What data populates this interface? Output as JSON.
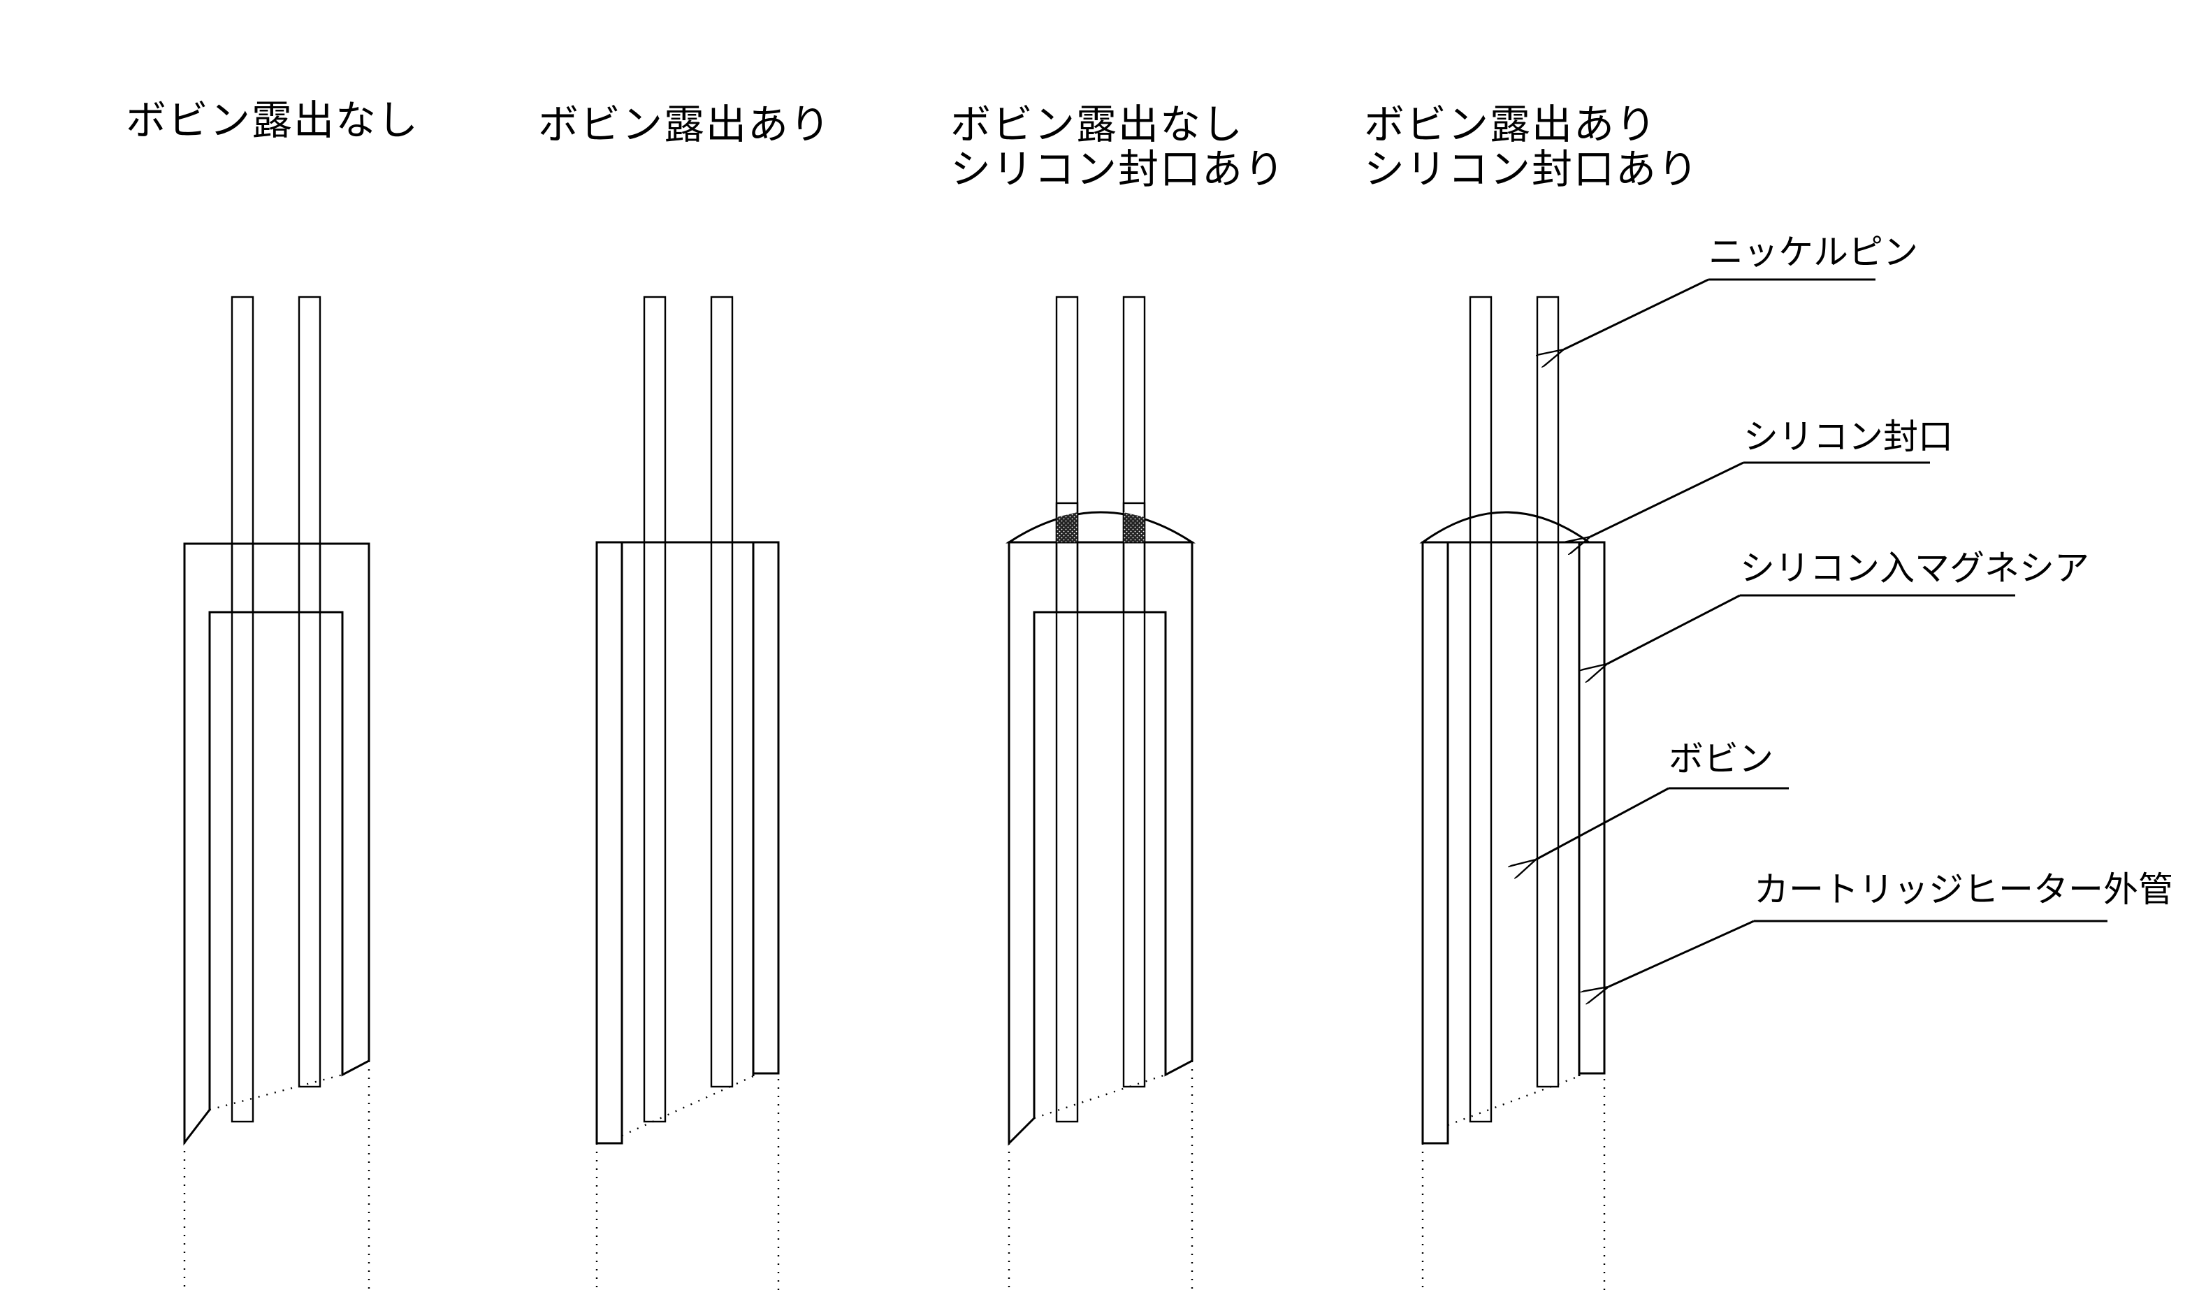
{
  "columns": [
    {
      "title_line1": "ボビン露出なし",
      "title_line2": ""
    },
    {
      "title_line1": "ボビン露出あり",
      "title_line2": ""
    },
    {
      "title_line1": "ボビン露出なし",
      "title_line2": "シリコン封口あり"
    },
    {
      "title_line1": "ボビン露出あり",
      "title_line2": "シリコン封口あり"
    }
  ],
  "labels": {
    "nickel_pin": "ニッケルピン",
    "silicone_seal": "シリコン封口",
    "silicone_magnesia": "シリコン入マグネシア",
    "bobbin": "ボビン",
    "outer_tube": "カートリッジヒーター外管"
  },
  "colors": {
    "line": "#000000",
    "background": "#ffffff"
  }
}
